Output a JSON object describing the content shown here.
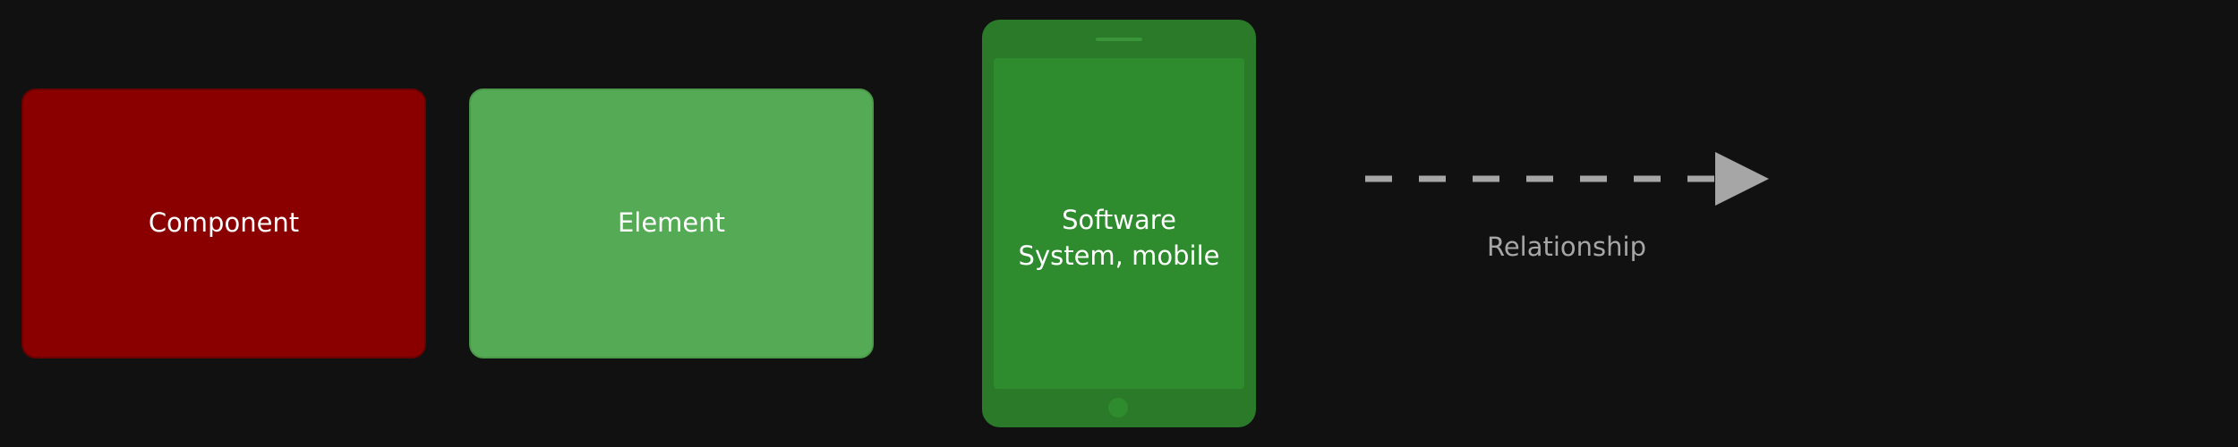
{
  "legend": {
    "component": {
      "label": "Component",
      "color": "#8a0000",
      "border_color": "#6b0000"
    },
    "element": {
      "label": "Element",
      "color": "#55aa55",
      "border_color": "#4a9a4a"
    },
    "software_system_mobile": {
      "label": "Software System, mobile",
      "color": "#2e8b2e",
      "frame_color": "#2a7a2a"
    },
    "relationship": {
      "label": "Relationship",
      "line_color": "#a6a6a6",
      "line_style": "dashed",
      "arrow_icon": "arrow-right-icon"
    }
  },
  "background_color": "#111111"
}
